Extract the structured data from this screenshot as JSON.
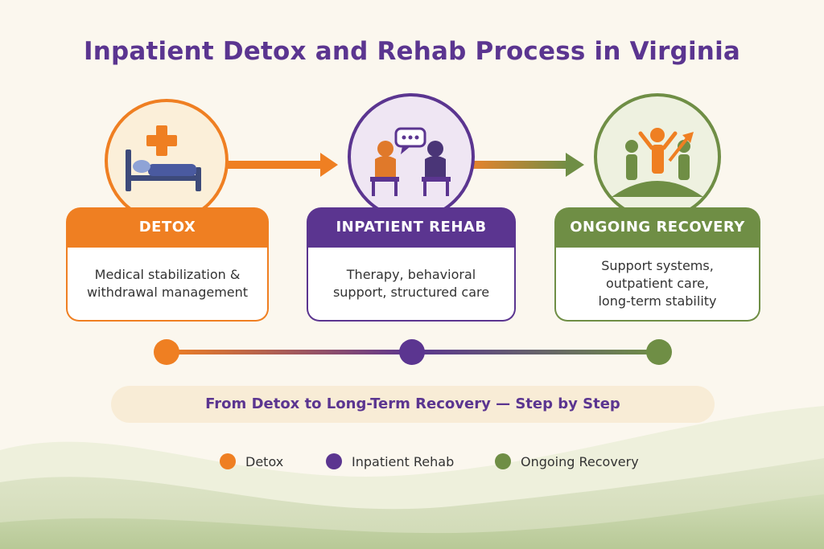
{
  "title": "Inpatient Detox and Rehab Process in Virginia",
  "steps": [
    {
      "label": "DETOX",
      "description_lines": [
        "Medical stabilization &",
        "withdrawal management"
      ],
      "color": "#ef7f22",
      "icon": "hospital-bed-icon"
    },
    {
      "label": "INPATIENT REHAB",
      "description_lines": [
        "Therapy, behavioral",
        "support, structured care"
      ],
      "color": "#5b3590",
      "icon": "therapy-session-icon"
    },
    {
      "label": "ONGOING RECOVERY",
      "description_lines": [
        "Support systems,",
        "outpatient care,",
        "long-term stability"
      ],
      "color": "#6f8e45",
      "icon": "group-celebration-icon"
    }
  ],
  "banner": "From Detox to Long-Term Recovery — Step by Step",
  "legend": [
    {
      "label": "Detox",
      "color": "#ef7f22"
    },
    {
      "label": "Inpatient Rehab",
      "color": "#5b3590"
    },
    {
      "label": "Ongoing Recovery",
      "color": "#6f8e45"
    }
  ]
}
